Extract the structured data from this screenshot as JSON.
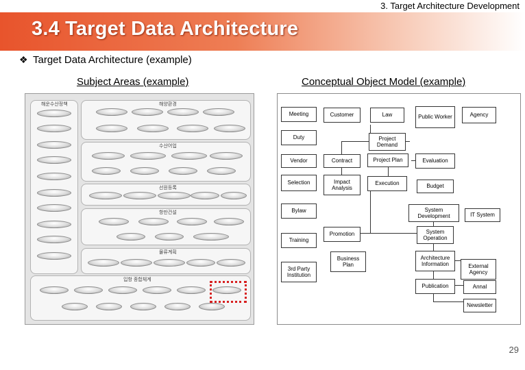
{
  "header": {
    "section_label": "3. Target Architecture Development",
    "title": "3.4 Target Data Architecture",
    "bullet_icon": "diamond-bullet-icon",
    "bullet_text": "Target Data Architecture (example)"
  },
  "left": {
    "heading": "Subject Areas (example)",
    "regions": [
      "해운수산정책",
      "해양환경",
      "수산어업",
      "선원등록",
      "항만건설",
      "물류계획",
      "입항 종합체계"
    ]
  },
  "right": {
    "heading": "Conceptual Object Model (example)",
    "boxes": {
      "meeting": "Meeting",
      "customer": "Customer",
      "law": "Law",
      "public_worker": "Public Worker",
      "agency": "Agency",
      "duty": "Duty",
      "project_demand": "Project Demand",
      "vendor": "Vendor",
      "contract": "Contract",
      "project_plan": "Project Plan",
      "evaluation": "Evaluation",
      "selection": "Selection",
      "impact_analysis": "Impact Analysis",
      "execution": "Execution",
      "budget": "Budget",
      "bylaw": "Bylaw",
      "system_development": "System Development",
      "it_system": "IT System",
      "promotion": "Promotion",
      "training": "Training",
      "system_operation": "System Operation",
      "business_plan": "Business Plan",
      "architecture_information": "Architecture Information",
      "external_agency": "External Agency",
      "third_party": "3rd Party Institution",
      "publication": "Publication",
      "annal": "Annal",
      "newsletter": "Newsletter"
    }
  },
  "footer": {
    "page_number": "29"
  },
  "colors": {
    "title_gradient_start": "#e8542c",
    "highlight": "#d71f1f"
  }
}
